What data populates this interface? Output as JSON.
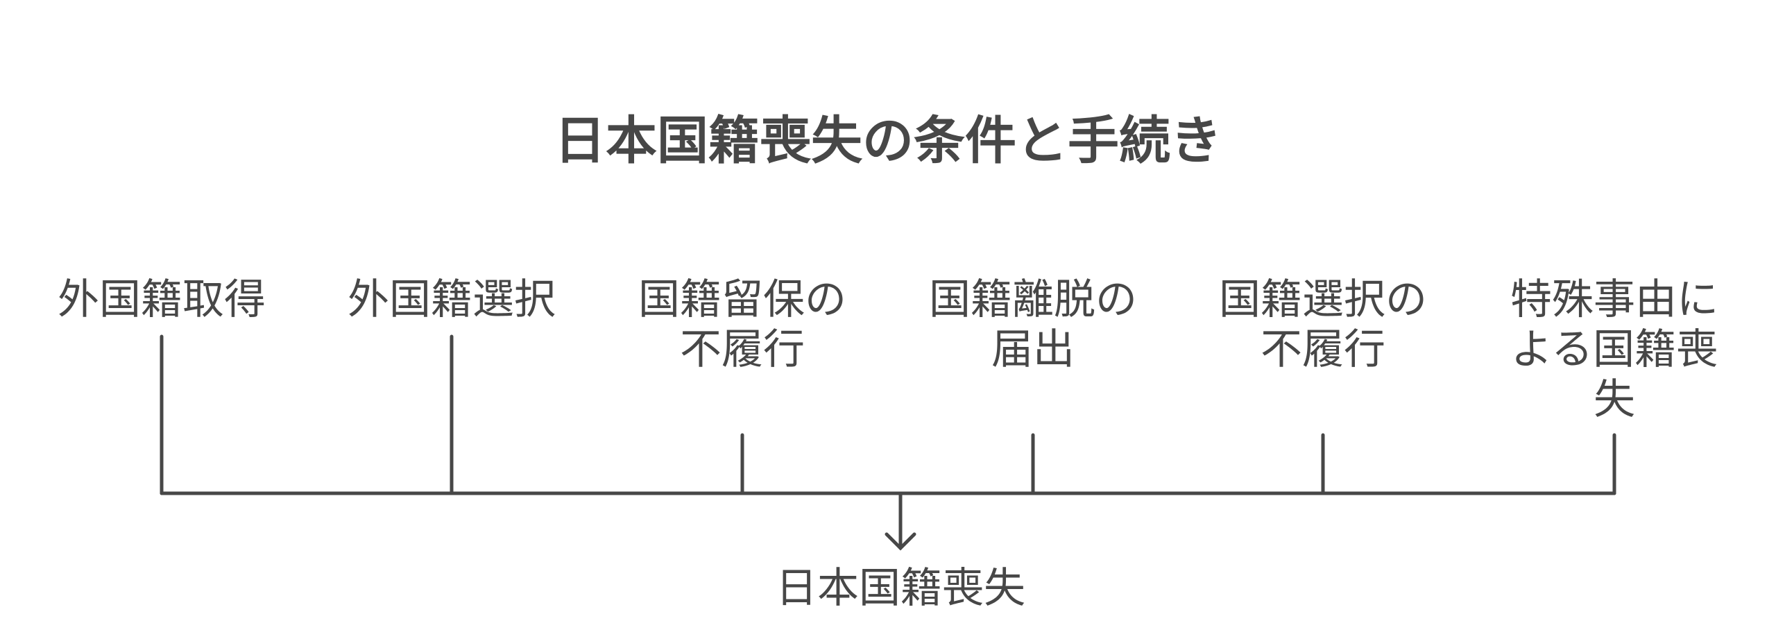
{
  "title": "日本国籍喪失の条件と手続き",
  "conditions": [
    {
      "label": "外国籍取得"
    },
    {
      "label": "外国籍選択"
    },
    {
      "label": "国籍留保の不履行"
    },
    {
      "label": "国籍離脱の届出"
    },
    {
      "label": "国籍選択の不履行"
    },
    {
      "label": "特殊事由による国籍喪失"
    }
  ],
  "result": "日本国籍喪失",
  "colors": {
    "line": "#474747",
    "text": "#474747"
  }
}
